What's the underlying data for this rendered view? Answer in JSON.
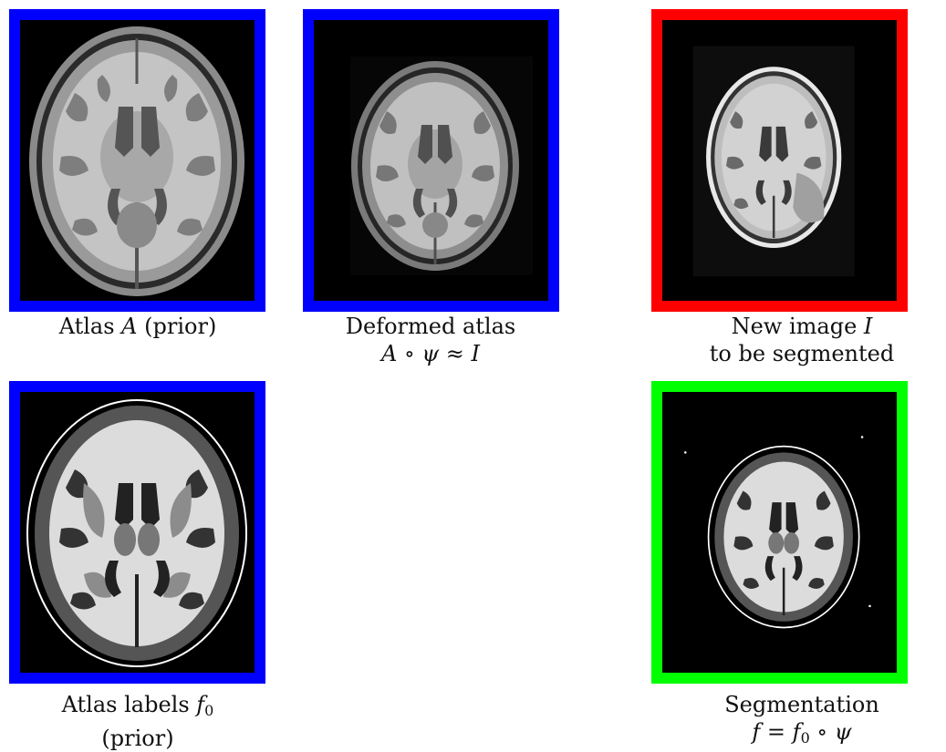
{
  "colors": {
    "prior_border": "#0000ff",
    "target_border": "#ff0000",
    "result_border": "#00ff00"
  },
  "panels": {
    "atlas": {
      "caption_pre": "Atlas ",
      "caption_math": "A",
      "caption_post": " (prior)"
    },
    "deformed": {
      "caption_line1": "Deformed atlas",
      "caption_line2": "A ∘ ψ ≈ I"
    },
    "new_image": {
      "caption_pre": "New image ",
      "caption_math": "I",
      "caption_line2": "to be segmented"
    },
    "atlas_labels": {
      "caption_pre": "Atlas labels ",
      "caption_math": "f",
      "caption_sub": "0",
      "caption_line2": "(prior)"
    },
    "segmentation": {
      "caption_line1": "Segmentation",
      "caption_math_a": "f",
      "caption_math_b": " = ",
      "caption_math_c": "f",
      "caption_sub": "0",
      "caption_math_d": " ∘ ψ"
    }
  }
}
